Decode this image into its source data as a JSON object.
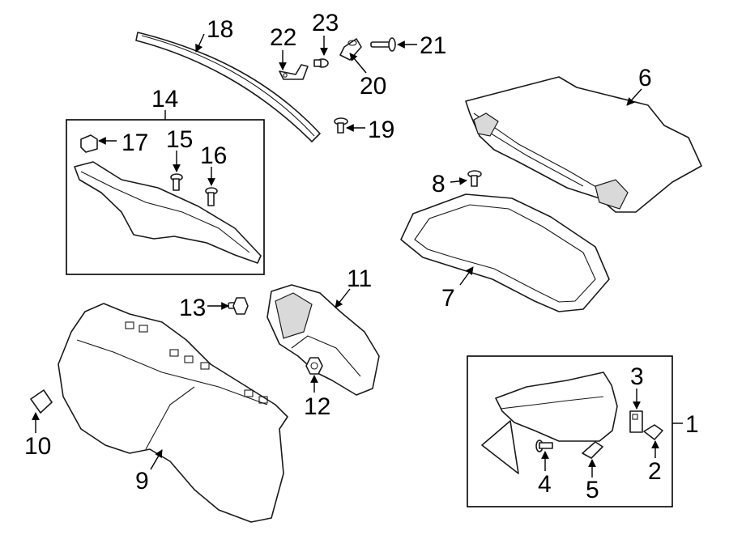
{
  "callouts": {
    "c1": "1",
    "c2": "2",
    "c3": "3",
    "c4": "4",
    "c5": "5",
    "c6": "6",
    "c7": "7",
    "c8": "8",
    "c9": "9",
    "c10": "10",
    "c11": "11",
    "c12": "12",
    "c13": "13",
    "c14": "14",
    "c15": "15",
    "c16": "16",
    "c17": "17",
    "c18": "18",
    "c19": "19",
    "c20": "20",
    "c21": "21",
    "c22": "22",
    "c23": "23"
  },
  "colors": {
    "line": "#1a1a1a",
    "shade": "#d9d9d9",
    "background": "#ffffff"
  }
}
